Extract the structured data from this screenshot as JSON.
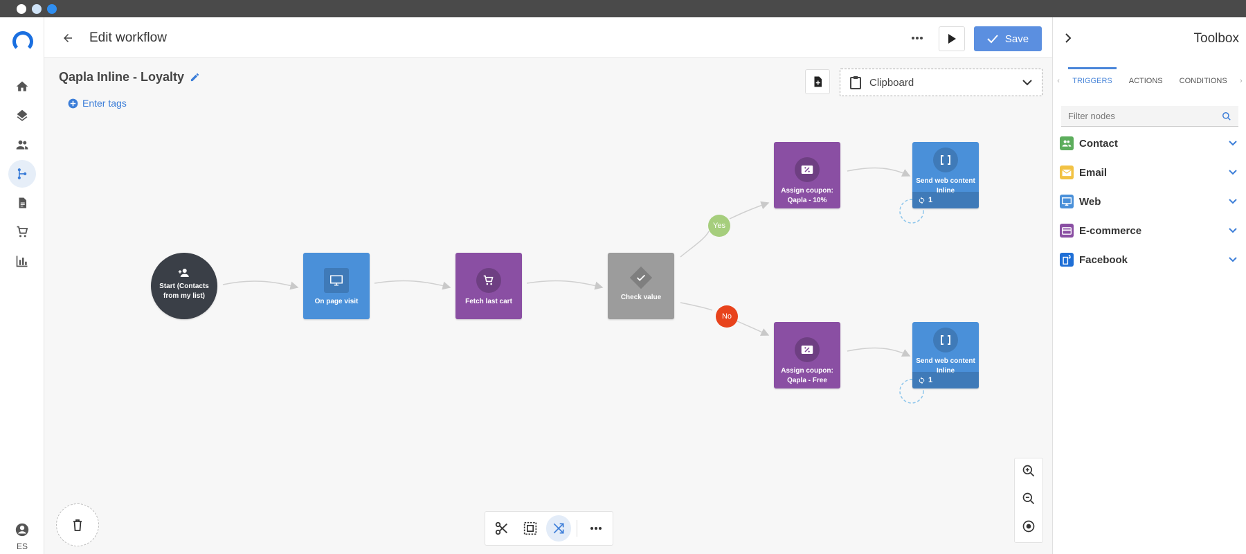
{
  "header": {
    "title": "Edit workflow",
    "save_label": "Save"
  },
  "workflow": {
    "name": "Qapla Inline - Loyalty",
    "tags_label": "Enter tags",
    "clipboard_label": "Clipboard"
  },
  "nodes": {
    "start": "Start (Contacts from my list)",
    "page_visit": "On page visit",
    "fetch_cart": "Fetch last cart",
    "check_value": "Check value",
    "coupon_top": "Assign coupon: Qapla - 10%",
    "coupon_bottom": "Assign coupon: Qapla - Free Shipping Next…",
    "web_top": "Send web content Inline",
    "web_top_count": "1",
    "web_bottom": "Send web content Inline",
    "web_bottom_count": "1",
    "yes_label": "Yes",
    "no_label": "No"
  },
  "sidebar_footer": {
    "language": "ES"
  },
  "toolbox": {
    "title": "Toolbox",
    "tabs": [
      "TRIGGERS",
      "ACTIONS",
      "CONDITIONS"
    ],
    "filter_placeholder": "Filter nodes",
    "categories": [
      {
        "label": "Contact",
        "color": "#5cad5c"
      },
      {
        "label": "Email",
        "color": "#f2c244"
      },
      {
        "label": "Web",
        "color": "#4a90d9"
      },
      {
        "label": "E-commerce",
        "color": "#8a4fa3"
      },
      {
        "label": "Facebook",
        "color": "#1f6fd6"
      }
    ]
  },
  "colors": {
    "accent": "#5b8fe0",
    "node_blue": "#4a90d9",
    "node_purple": "#8a4fa3",
    "node_gray": "#9c9c9c",
    "node_start": "#3a3f47",
    "yes": "#a6ce7d",
    "no": "#e8431c"
  },
  "icons": [
    "home-icon",
    "layers-icon",
    "people-icon",
    "workflow-icon",
    "document-icon",
    "cart-icon",
    "chart-icon",
    "account-icon",
    "arrow-back-icon",
    "more-icon",
    "play-icon",
    "check-icon",
    "pencil-icon",
    "add-circle-icon",
    "note-add-icon",
    "clipboard-icon",
    "chevron-down-icon",
    "trash-icon",
    "scissors-icon",
    "select-icon",
    "shuffle-icon",
    "zoom-in-icon",
    "zoom-out-icon",
    "center-icon",
    "chevron-right-icon",
    "search-icon"
  ]
}
